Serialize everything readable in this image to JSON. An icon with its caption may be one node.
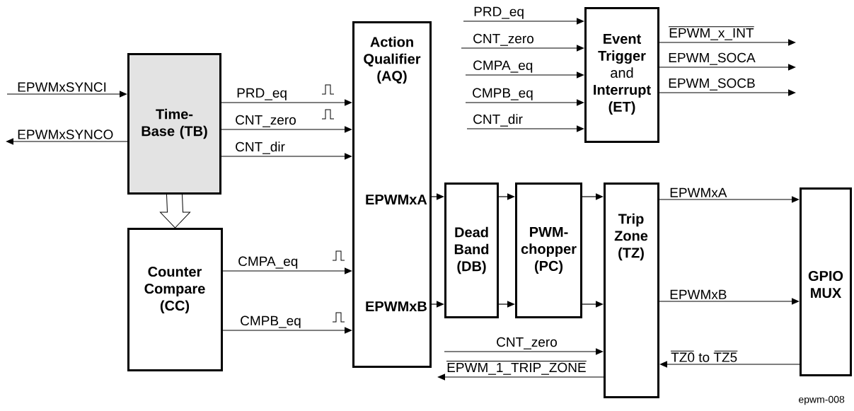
{
  "diagram": {
    "nodes": [
      {
        "text": [
          "Time-Base (TB)"
        ]
      },
      {
        "text": [
          "Counter Compare (CC)"
        ]
      },
      {
        "text": [
          "Action Qualifier (AQ)",
          "EPWMxA",
          "EPWMxB"
        ]
      },
      {
        "text": [
          "**Event Trigger** and **Interrupt (ET)**"
        ]
      },
      {
        "text": [
          "Dead Band (DB)"
        ]
      },
      {
        "text": [
          "PWM-chopper (PC)"
        ]
      },
      {
        "text": [
          "Trip Zone (TZ)"
        ]
      },
      {
        "text": [
          "GPIO MUX"
        ]
      }
    ],
    "edges": [
      {
        "from": null,
        "to": 0,
        "arrow": "to",
        "label": "EPWMxSYNCI"
      },
      {
        "from": 0,
        "to": null,
        "arrow": "to",
        "label": "EPWMxSYNCO"
      },
      {
        "from": 0,
        "to": 2,
        "arrow": "to",
        "label": "PRD_eq"
      },
      {
        "from": 0,
        "to": 2,
        "arrow": "to",
        "label": "CNT_zero"
      },
      {
        "from": 0,
        "to": 2,
        "arrow": "to",
        "label": "CNT_dir"
      },
      {
        "from": 0,
        "to": 1,
        "arrow": "to",
        "style": "thick"
      },
      {
        "from": 1,
        "to": 2,
        "arrow": "to",
        "label": "CMPA_eq"
      },
      {
        "from": 1,
        "to": 2,
        "arrow": "to",
        "label": "CMPB_eq"
      },
      {
        "from": null,
        "to": 3,
        "arrow": "to",
        "label": "PRD_eq"
      },
      {
        "from": null,
        "to": 3,
        "arrow": "to",
        "label": "CNT_zero"
      },
      {
        "from": null,
        "to": 3,
        "arrow": "to",
        "label": "CMPA_eq"
      },
      {
        "from": null,
        "to": 3,
        "arrow": "to",
        "label": "CMPB_eq"
      },
      {
        "from": null,
        "to": 3,
        "arrow": "to",
        "label": "CNT_dir"
      },
      {
        "from": 3,
        "to": null,
        "arrow": "to",
        "label": "EPWM_x_INT"
      },
      {
        "from": 3,
        "to": null,
        "arrow": "to",
        "label": "EPWM_SOCA"
      },
      {
        "from": 3,
        "to": null,
        "arrow": "to",
        "label": "EPWM_SOCB"
      },
      {
        "from": 2,
        "to": 4,
        "arrow": "to"
      },
      {
        "from": 2,
        "to": 4,
        "arrow": "to"
      },
      {
        "from": 4,
        "to": 5,
        "arrow": "to"
      },
      {
        "from": 4,
        "to": 5,
        "arrow": "to"
      },
      {
        "from": 5,
        "to": 6,
        "arrow": "to"
      },
      {
        "from": 5,
        "to": 6,
        "arrow": "to"
      },
      {
        "from": 6,
        "to": 7,
        "arrow": "to",
        "label": "EPWMxA"
      },
      {
        "from": 6,
        "to": 7,
        "arrow": "to",
        "label": "EPWMxB"
      },
      {
        "from": 7,
        "to": 6,
        "arrow": "to",
        "label": "TZ0 to TZ5"
      },
      {
        "from": null,
        "to": 6,
        "arrow": "to",
        "label": "CNT_zero"
      },
      {
        "from": 6,
        "to": null,
        "arrow": "to",
        "label": "EPWM_1_TRIP_ZONE"
      }
    ],
    "labels": [
      "epwm-008"
    ]
  }
}
